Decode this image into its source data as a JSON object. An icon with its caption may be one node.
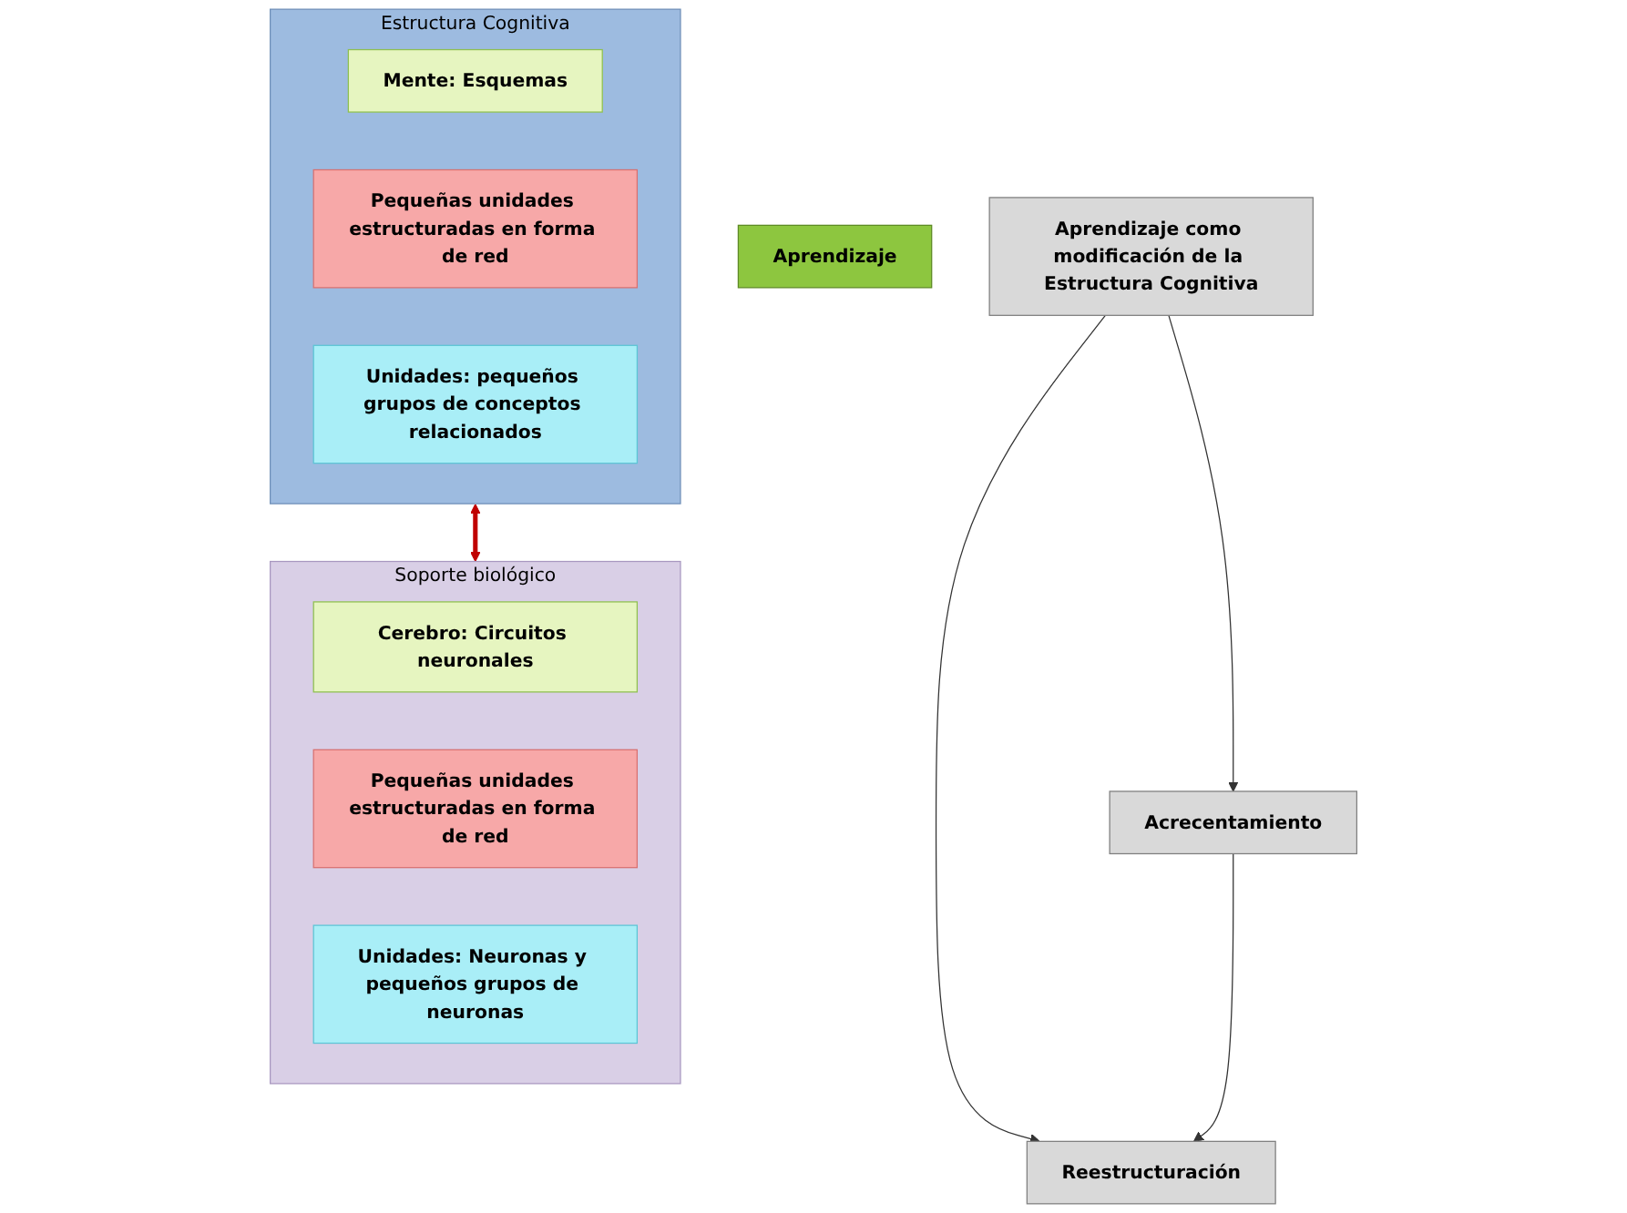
{
  "diagram": {
    "nodes": [
      {
        "text": [
          "Aprendizaje"
        ]
      },
      {
        "text": [
          "Aprendizaje como modificación de la Estructura Cognitiva"
        ]
      },
      {
        "text": [
          "Acrecentamiento"
        ]
      },
      {
        "text": [
          "Reestructuración"
        ]
      },
      {
        "text": [
          "Estructura Cognitiva"
        ]
      },
      {
        "text": [
          "Mente: Esquemas"
        ],
        "in": 4
      },
      {
        "text": [
          "Pequeñas unidades estructuradas en forma de red"
        ],
        "in": 4
      },
      {
        "text": [
          "Unidades: pequeños grupos de conceptos relacionados"
        ],
        "in": 4
      },
      {
        "text": [
          "Soporte biológico"
        ]
      },
      {
        "text": [
          "Cerebro: Circuitos neuronales"
        ],
        "in": 8
      },
      {
        "text": [
          "Pequeñas unidades estructuradas en forma de red"
        ],
        "in": 8
      },
      {
        "text": [
          "Unidades: Neuronas y pequeños grupos de neuronas"
        ],
        "in": 8
      }
    ],
    "edges": [
      {
        "from": 1,
        "to": 2,
        "arrow": "to"
      },
      {
        "from": 1,
        "to": 3,
        "arrow": "to"
      },
      {
        "from": 2,
        "to": 3,
        "arrow": "to"
      },
      {
        "from": 4,
        "to": 8,
        "arrow": "both",
        "style": "thick",
        "color": "#c00000"
      }
    ]
  }
}
